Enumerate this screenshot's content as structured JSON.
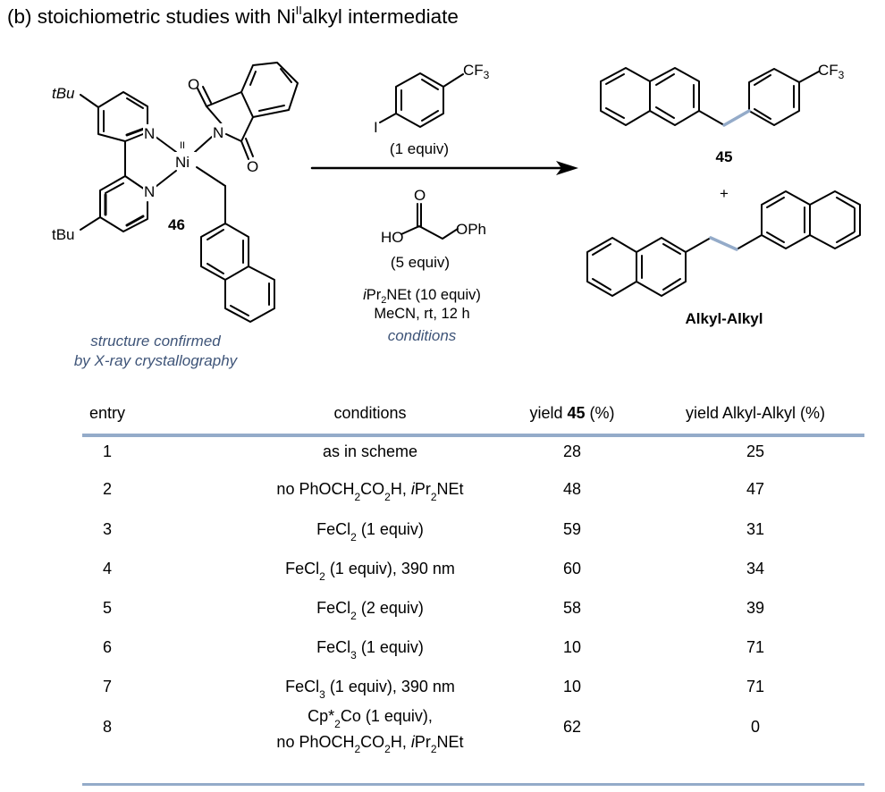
{
  "title": {
    "prefix": "(b) stoichiometric studies with Ni",
    "superscript": "II",
    "suffix": "alkyl intermediate"
  },
  "scheme": {
    "complex": {
      "label": "46",
      "substituent_top": "tBu",
      "substituent_bottom": "tBu",
      "metal": "Ni",
      "oxidation_state": "II",
      "atoms": {
        "N": "N",
        "O": "O"
      },
      "caption_line1": "structure confirmed",
      "caption_line2": "by X-ray crystallography"
    },
    "reagent_top": {
      "halide": "I",
      "group": "CF",
      "group_sub": "3",
      "amount": "(1 equiv)"
    },
    "reagent_acid": {
      "o_label": "O",
      "ho_label": "HO",
      "oph_label": "OPh",
      "amount": "(5 equiv)"
    },
    "base_line_prefix": "i",
    "base_line_main": "Pr",
    "base_line_sub": "2",
    "base_line_rest": "NEt (10 equiv)",
    "solvent_line": "MeCN, rt, 12 h",
    "conditions_label": "conditions",
    "product1": {
      "label": "45",
      "group": "CF",
      "group_sub": "3"
    },
    "plus": "+",
    "product2": {
      "label": "Alkyl-Alkyl"
    },
    "highlight_bond_color": "#94abc9",
    "caption_color": "#3e5478"
  },
  "table": {
    "headers": {
      "entry": "entry",
      "conditions": "conditions",
      "yield45_prefix": "yield ",
      "yield45_bold": "45",
      "yield45_suffix": " (%)",
      "yieldAA": "yield Alkyl-Alkyl (%)"
    },
    "rule_color": "#94abc9",
    "rows": [
      {
        "entry": "1",
        "conditions_html": "as in scheme",
        "yield45": "28",
        "yieldAA": "25"
      },
      {
        "entry": "2",
        "conditions_html": "no PhOCH<sub>2</sub>CO<sub>2</sub>H, <i>i</i>Pr<sub>2</sub>NEt",
        "yield45": "48",
        "yieldAA": "47"
      },
      {
        "entry": "3",
        "conditions_html": "FeCl<sub>2</sub> (1 equiv)",
        "yield45": "59",
        "yieldAA": "31"
      },
      {
        "entry": "4",
        "conditions_html": "FeCl<sub>2</sub> (1 equiv), 390 nm",
        "yield45": "60",
        "yieldAA": "34"
      },
      {
        "entry": "5",
        "conditions_html": "FeCl<sub>2</sub> (2 equiv)",
        "yield45": "58",
        "yieldAA": "39"
      },
      {
        "entry": "6",
        "conditions_html": "FeCl<sub>3</sub> (1 equiv)",
        "yield45": "10",
        "yieldAA": "71"
      },
      {
        "entry": "7",
        "conditions_html": "FeCl<sub>3</sub> (1 equiv), 390 nm",
        "yield45": "10",
        "yieldAA": "71"
      },
      {
        "entry": "8",
        "conditions_html": "Cp*<sub>2</sub>Co (1 equiv),<br>no PhOCH<sub>2</sub>CO<sub>2</sub>H, <i>i</i>Pr<sub>2</sub>NEt",
        "yield45": "62",
        "yieldAA": "0"
      }
    ]
  }
}
